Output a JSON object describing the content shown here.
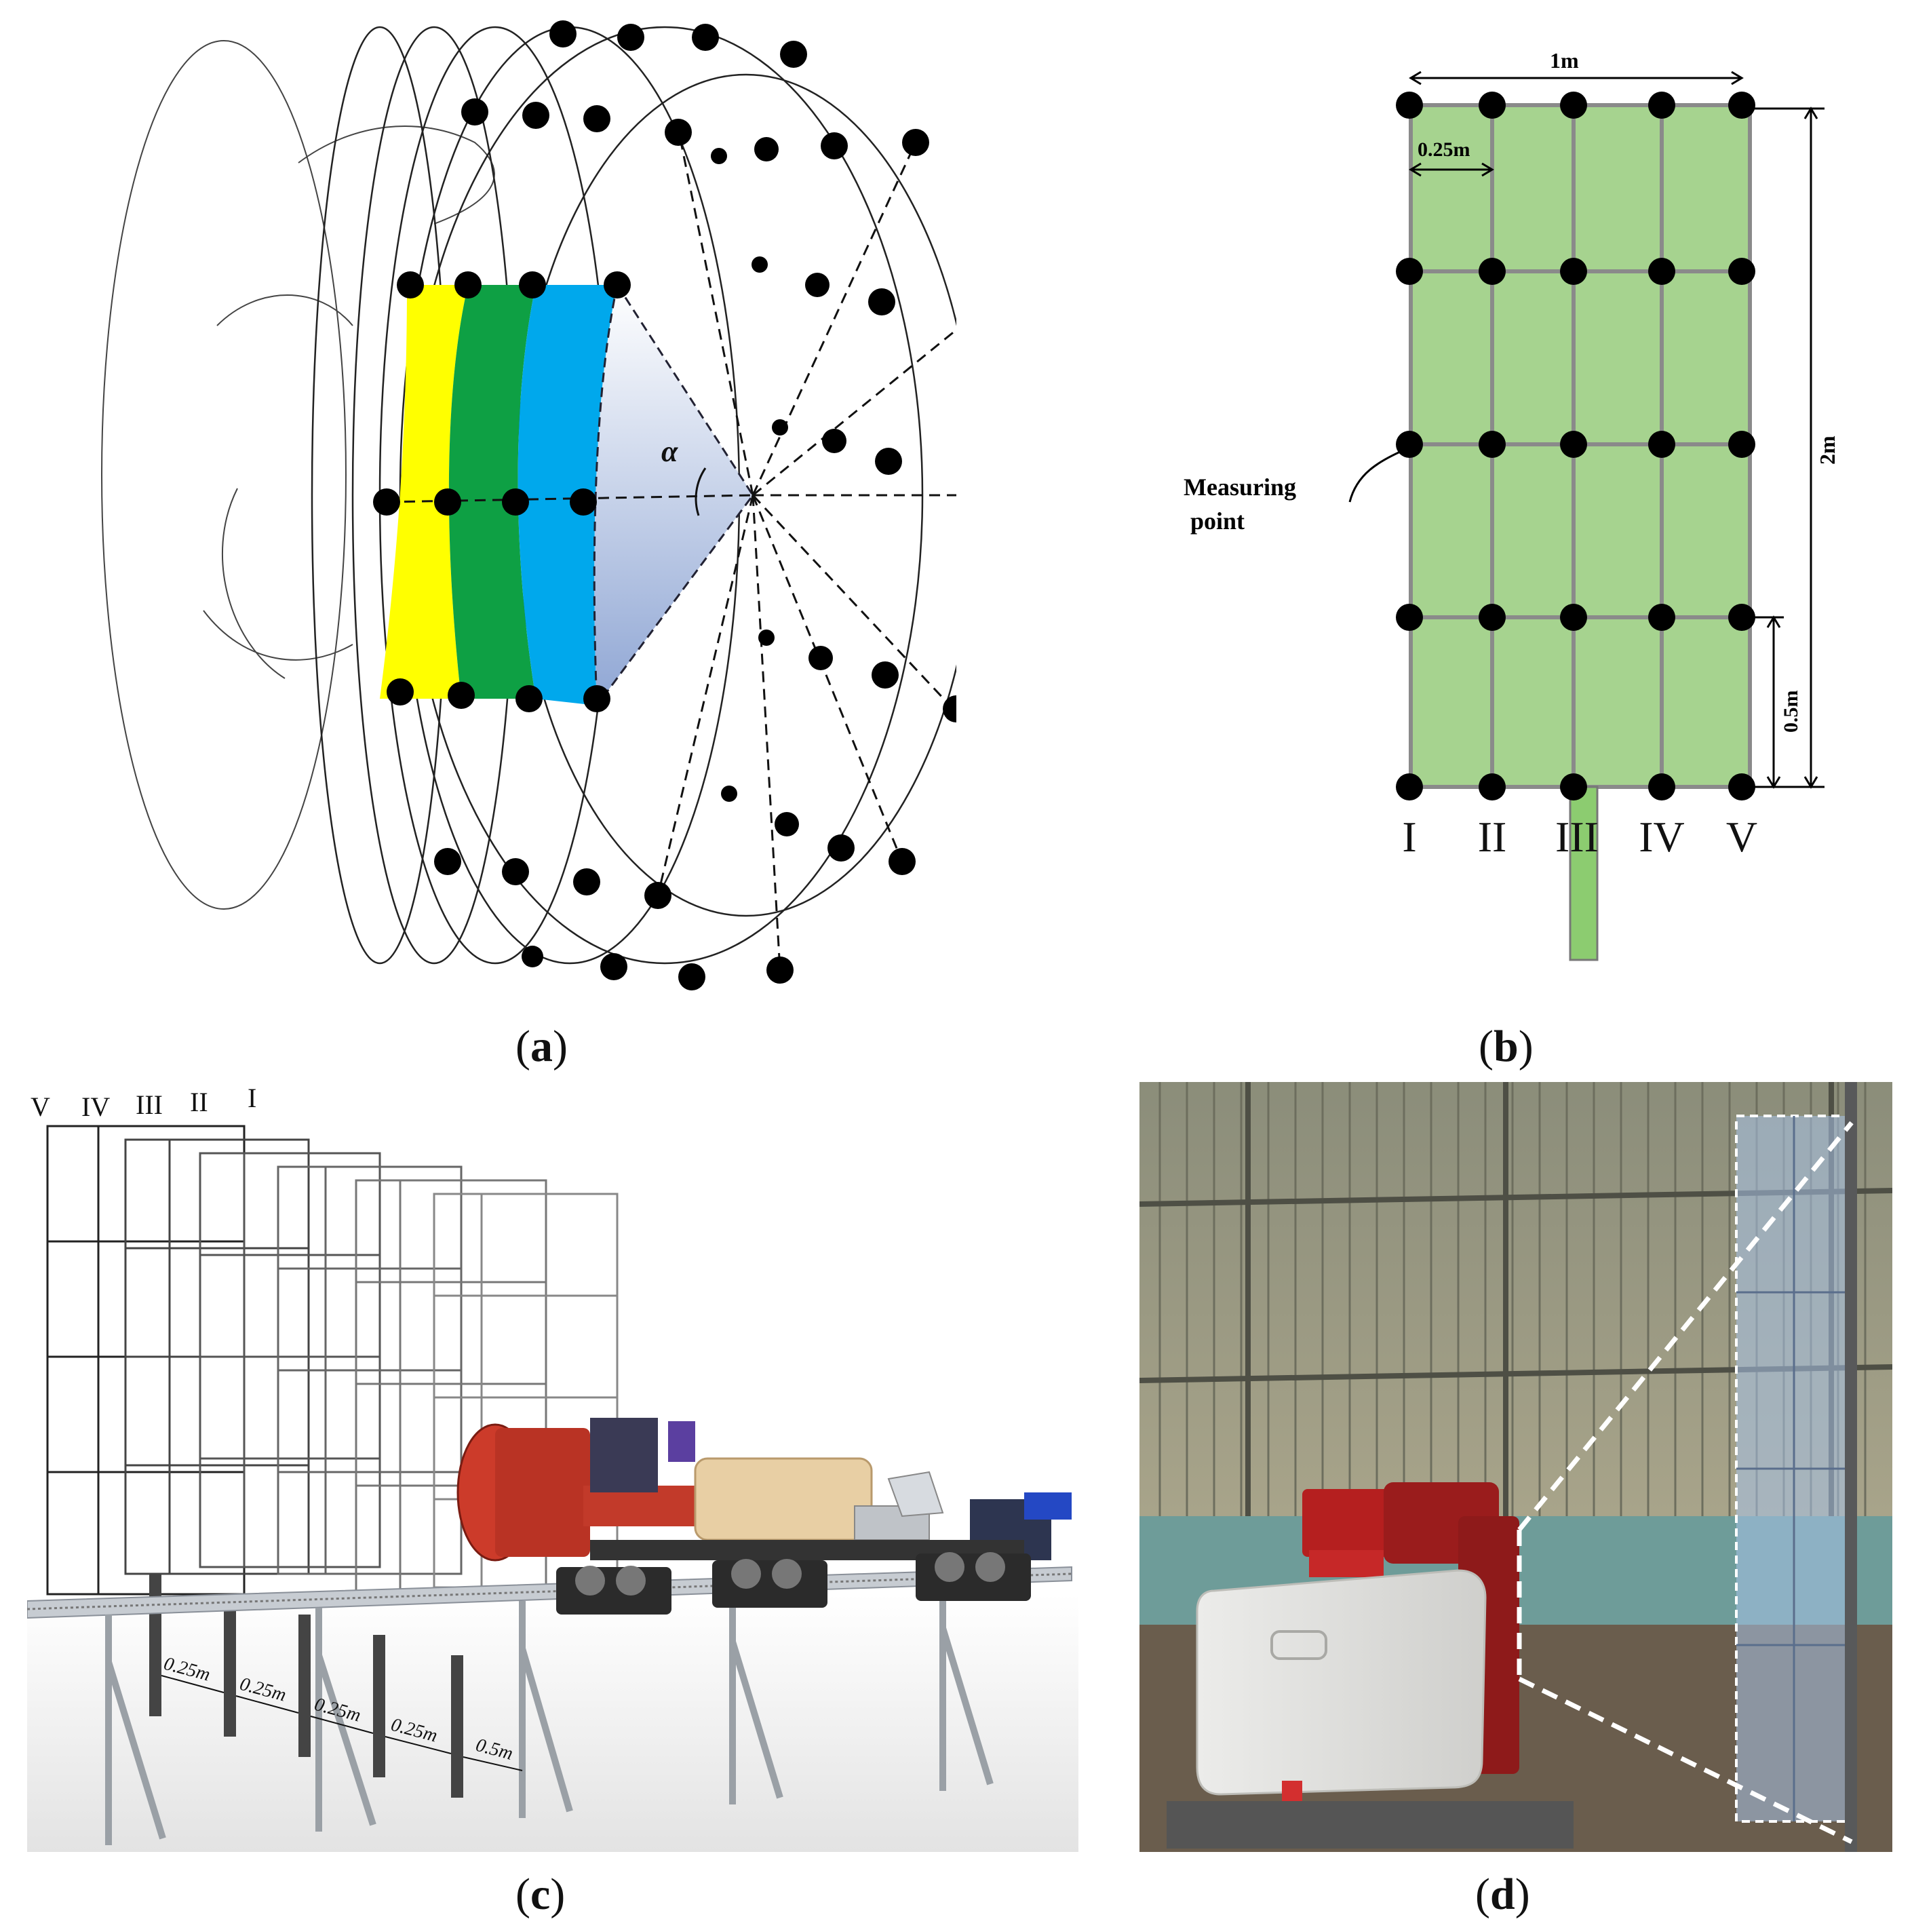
{
  "panels": {
    "a": {
      "caption_letter": "a",
      "angle_symbol": "α"
    },
    "b": {
      "caption_letter": "b",
      "width_label": "1m",
      "cell_width_label": "0.25m",
      "height_label": "2m",
      "cell_height_label": "0.5m",
      "measuring_point_line1": "Measuring",
      "measuring_point_line2": "point",
      "column_labels": [
        "I",
        "II",
        "III",
        "IV",
        "V"
      ]
    },
    "c": {
      "caption_letter": "c",
      "frame_labels": [
        "V",
        "IV",
        "III",
        "II",
        "I"
      ],
      "spacing_labels": [
        "0.25m",
        "0.25m",
        "0.25m",
        "0.25m",
        "0.5m"
      ]
    },
    "d": {
      "caption_letter": "d"
    }
  },
  "colors": {
    "yellow_band": "#ffff00",
    "green_band": "#0ea044",
    "blue_band": "#00a8ec",
    "cone_fill": "#b7c5e2",
    "grid_fill": "#a6d38f",
    "tank": "#e8cfa4",
    "fan_red": "#cc3b2a"
  }
}
